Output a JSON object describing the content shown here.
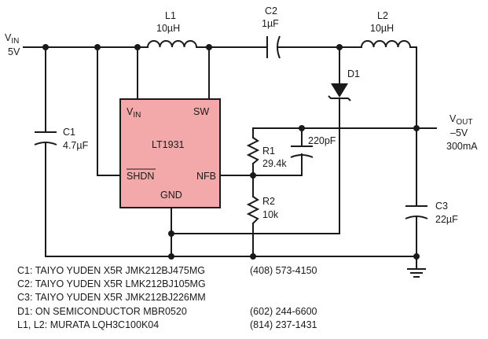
{
  "colors": {
    "ic_fill": "#f3a9a9",
    "ic_stroke": "#1a1a1a",
    "wire": "#1a1a1a"
  },
  "vin": {
    "label": "V",
    "sub": "IN",
    "value": "5V"
  },
  "vout": {
    "label": "V",
    "sub": "OUT",
    "value": "–5V",
    "current": "300mA"
  },
  "l1": {
    "ref": "L1",
    "value": "10µH"
  },
  "l2": {
    "ref": "L2",
    "value": "10µH"
  },
  "c1": {
    "ref": "C1",
    "value": "4.7µF"
  },
  "c2": {
    "ref": "C2",
    "value": "1µF"
  },
  "c3": {
    "ref": "C3",
    "value": "22µF"
  },
  "d1": {
    "ref": "D1"
  },
  "r1": {
    "ref": "R1",
    "value": "29.4k"
  },
  "r2": {
    "ref": "R2",
    "value": "10k"
  },
  "cff": {
    "value": "220pF"
  },
  "ic": {
    "name": "LT1931",
    "pin_vin": "V",
    "pin_vin_sub": "IN",
    "pin_sw": "SW",
    "pin_shdn": "SHDN",
    "pin_nfb": "NFB",
    "pin_gnd": "GND"
  },
  "bom": [
    {
      "part": "C1: TAIYO YUDEN X5R JMK212BJ475MG",
      "phone": "(408) 573-4150"
    },
    {
      "part": "C2: TAIYO YUDEN X5R LMK212BJ105MG",
      "phone": ""
    },
    {
      "part": "C3: TAIYO YUDEN X5R JMK212BJ226MM",
      "phone": ""
    },
    {
      "part": "D1: ON SEMICONDUCTOR MBR0520",
      "phone": "(602) 244-6600"
    },
    {
      "part": "L1, L2: MURATA LQH3C100K04",
      "phone": "(814) 237-1431"
    }
  ]
}
